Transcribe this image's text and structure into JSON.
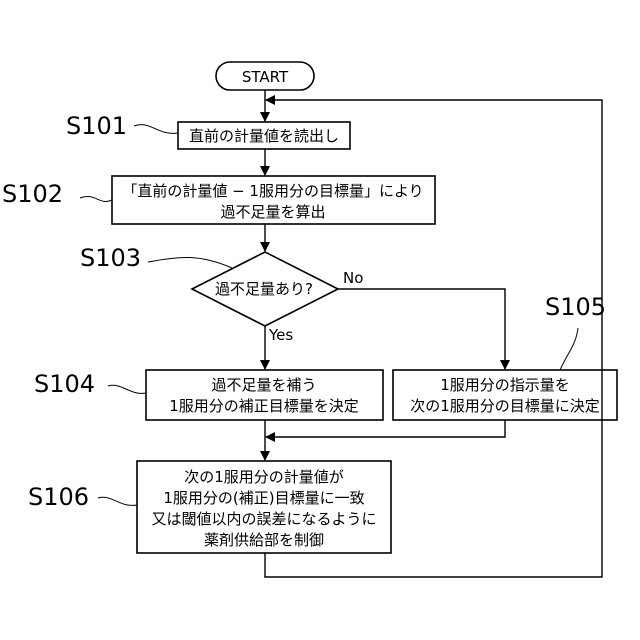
{
  "start": "START",
  "steps": {
    "s101": {
      "id": "S101",
      "lines": [
        "直前の計量値を読出し"
      ]
    },
    "s102": {
      "id": "S102",
      "lines": [
        "「直前の計量値 − 1服用分の目標量」により",
        "過不足量を算出"
      ]
    },
    "s103": {
      "id": "S103",
      "lines": [
        "過不足量あり?"
      ],
      "yes": "Yes",
      "no": "No"
    },
    "s104": {
      "id": "S104",
      "lines": [
        "過不足量を補う",
        "1服用分の補正目標量を決定"
      ]
    },
    "s105": {
      "id": "S105",
      "lines": [
        "1服用分の指示量を",
        "次の1服用分の目標量に決定"
      ]
    },
    "s106": {
      "id": "S106",
      "lines": [
        "次の1服用分の計量値が",
        "1服用分の(補正)目標量に一致",
        "又は閾値以内の誤差になるように",
        "薬剤供給部を制御"
      ]
    }
  }
}
